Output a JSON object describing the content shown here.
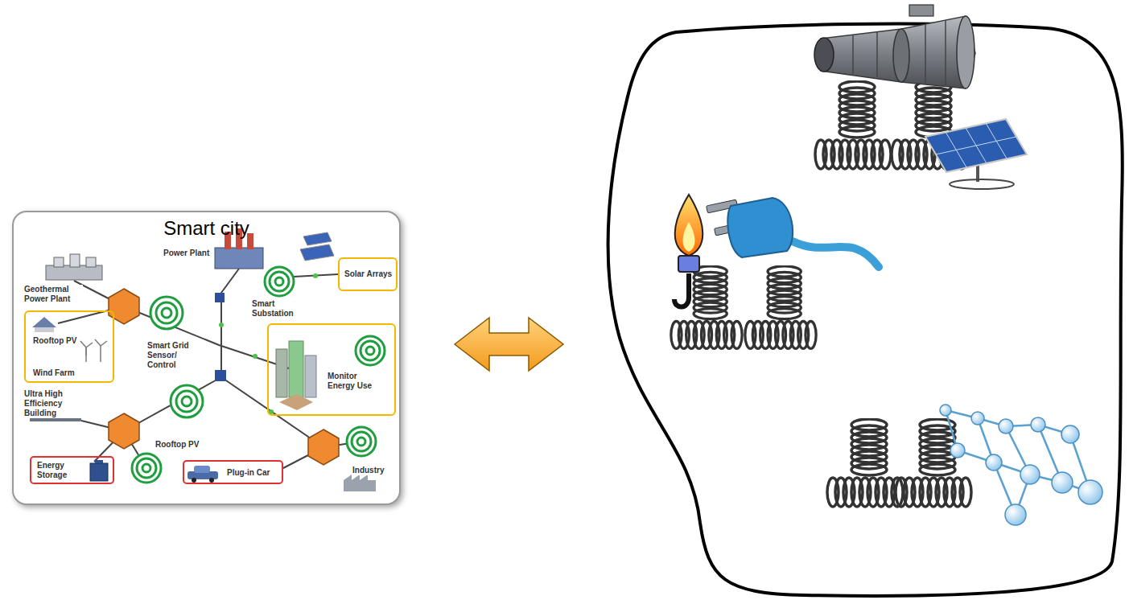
{
  "diagram": {
    "nodes": [
      {
        "text": [
          "Smart city"
        ]
      },
      {
        "text": [
          "Solar Arrays"
        ],
        "in": 0
      },
      {
        "text": [
          "Rooftop PV",
          "Wind Farm"
        ],
        "in": 0
      },
      {
        "text": [
          "Monitor Energy Use"
        ],
        "in": 0
      },
      {
        "text": [
          "Energy Storage"
        ],
        "in": 0
      },
      {
        "text": [
          "Plug-in Car"
        ],
        "in": 0
      }
    ],
    "labels": [
      "Geothermal Power Plant",
      "Power Plant",
      "Smart Grid Sensor/ Control",
      "Smart Substation",
      "Ultra High Efficiency Building",
      "Rooftop PV",
      "Industry"
    ]
  }
}
